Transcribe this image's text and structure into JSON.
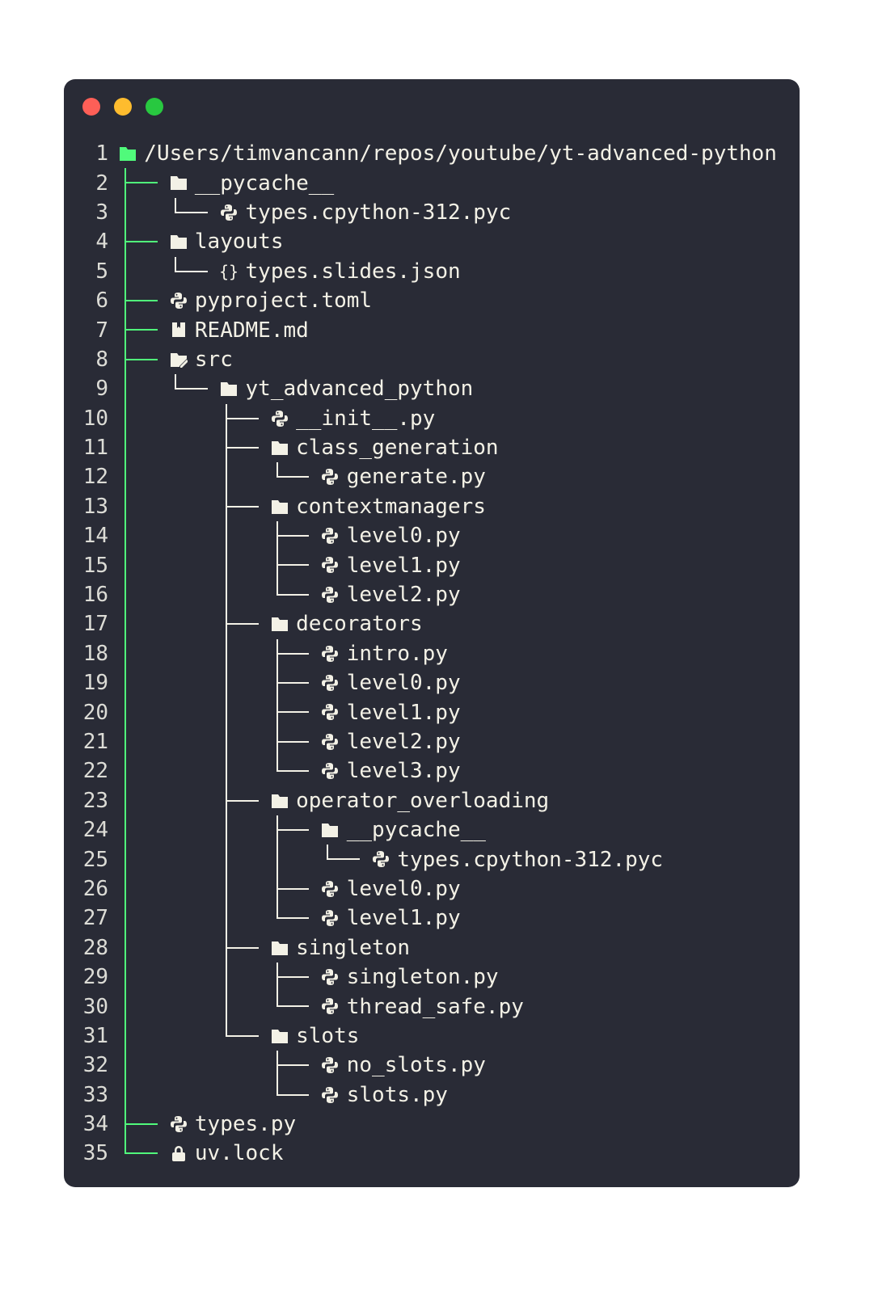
{
  "window": {
    "controls": [
      "close",
      "minimize",
      "maximize"
    ]
  },
  "colors": {
    "background": "#292b36",
    "text": "#f3f1e6",
    "accent": "#50fa7b"
  },
  "tree": {
    "name": "/Users/timvancann/repos/youtube/yt-advanced-python",
    "icon": "folder-root",
    "children": [
      {
        "name": "__pycache__",
        "icon": "folder",
        "children": [
          {
            "name": "types.cpython-312.pyc",
            "icon": "python"
          }
        ]
      },
      {
        "name": "layouts",
        "icon": "folder",
        "children": [
          {
            "name": "types.slides.json",
            "icon": "json"
          }
        ]
      },
      {
        "name": "pyproject.toml",
        "icon": "python"
      },
      {
        "name": "README.md",
        "icon": "readme"
      },
      {
        "name": "src",
        "icon": "folder-src",
        "children": [
          {
            "name": "yt_advanced_python",
            "icon": "folder",
            "children": [
              {
                "name": "__init__.py",
                "icon": "python"
              },
              {
                "name": "class_generation",
                "icon": "folder",
                "children": [
                  {
                    "name": "generate.py",
                    "icon": "python"
                  }
                ]
              },
              {
                "name": "contextmanagers",
                "icon": "folder",
                "children": [
                  {
                    "name": "level0.py",
                    "icon": "python"
                  },
                  {
                    "name": "level1.py",
                    "icon": "python"
                  },
                  {
                    "name": "level2.py",
                    "icon": "python"
                  }
                ]
              },
              {
                "name": "decorators",
                "icon": "folder",
                "children": [
                  {
                    "name": "intro.py",
                    "icon": "python"
                  },
                  {
                    "name": "level0.py",
                    "icon": "python"
                  },
                  {
                    "name": "level1.py",
                    "icon": "python"
                  },
                  {
                    "name": "level2.py",
                    "icon": "python"
                  },
                  {
                    "name": "level3.py",
                    "icon": "python"
                  }
                ]
              },
              {
                "name": "operator_overloading",
                "icon": "folder",
                "children": [
                  {
                    "name": "__pycache__",
                    "icon": "folder",
                    "children": [
                      {
                        "name": "types.cpython-312.pyc",
                        "icon": "python"
                      }
                    ]
                  },
                  {
                    "name": "level0.py",
                    "icon": "python"
                  },
                  {
                    "name": "level1.py",
                    "icon": "python"
                  }
                ]
              },
              {
                "name": "singleton",
                "icon": "folder",
                "children": [
                  {
                    "name": "singleton.py",
                    "icon": "python"
                  },
                  {
                    "name": "thread_safe.py",
                    "icon": "python"
                  }
                ]
              },
              {
                "name": "slots",
                "icon": "folder",
                "children": [
                  {
                    "name": "no_slots.py",
                    "icon": "python"
                  },
                  {
                    "name": "slots.py",
                    "icon": "python"
                  }
                ]
              }
            ]
          }
        ]
      },
      {
        "name": "types.py",
        "icon": "python"
      },
      {
        "name": "uv.lock",
        "icon": "lock"
      }
    ]
  }
}
